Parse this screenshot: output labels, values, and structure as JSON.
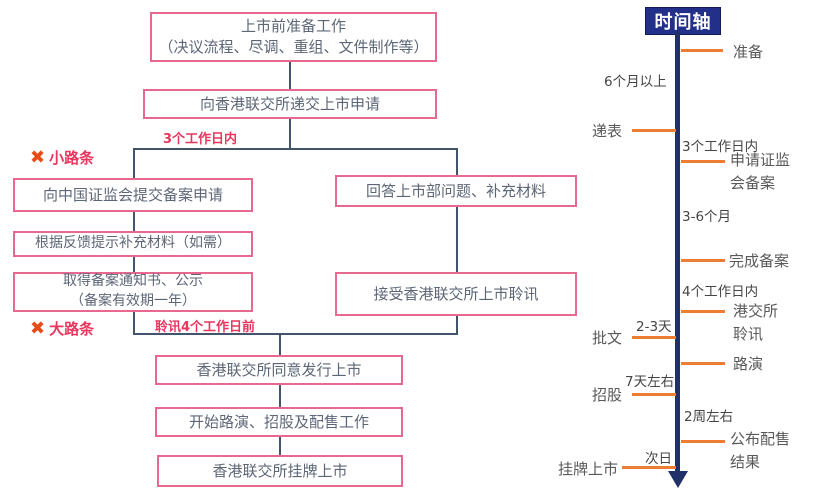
{
  "colors": {
    "box_border": "#e9688f",
    "box_text": "#5d6677",
    "connector": "#44546a",
    "red_label": "#e8365f",
    "x_mark_orange": "#e84c16",
    "timeline_header_bg": "#22308a",
    "timeline_line_navy": "#1f3168",
    "tick_orange": "#ed7d31",
    "timeline_text": "#595959"
  },
  "flow": {
    "x_mark": "✖",
    "boxes": {
      "prep": "上市前准备工作\n（决议流程、尽调、重组、文件制作等）",
      "submit": "向香港联交所递交上市申请",
      "csrc": "向中国证监会提交备案申请",
      "feedback": "根据反馈提示补充材料（如需）",
      "notice": "取得备案通知书、公示\n（备案有效期一年）",
      "answer": "回答上市部问题、补充材料",
      "hearing": "接受香港联交所上市聆讯",
      "approve": "香港联交所同意发行上市",
      "roadshow": "开始路演、招股及配售工作",
      "listing": "香港联交所挂牌上市"
    },
    "labels": {
      "within_3_workdays": "3个工作日内",
      "before_hearing_4_workdays": "聆讯4个工作日前",
      "small_note": "小路条",
      "big_note": "大路条"
    }
  },
  "timeline": {
    "title": "时间轴",
    "milestones": {
      "prepare": "准备",
      "file_application": "递表",
      "csrc_filing": "申请证监\n会备案",
      "filing_done": "完成备案",
      "hkex_hearing": "港交所\n聆讯",
      "approval": "批文",
      "roadshow": "路演",
      "offering": "招股",
      "allotment_result": "公布配售\n结果",
      "listing": "挂牌上市"
    },
    "durations": {
      "over_6_months": "6个月以上",
      "within_3_workdays": "3个工作日内",
      "months_3_to_6": "3-6个月",
      "within_4_workdays": "4个工作日内",
      "days_2_to_3": "2-3天",
      "about_7_days": "7天左右",
      "about_2_weeks": "2周左右",
      "next_day": "次日"
    }
  }
}
